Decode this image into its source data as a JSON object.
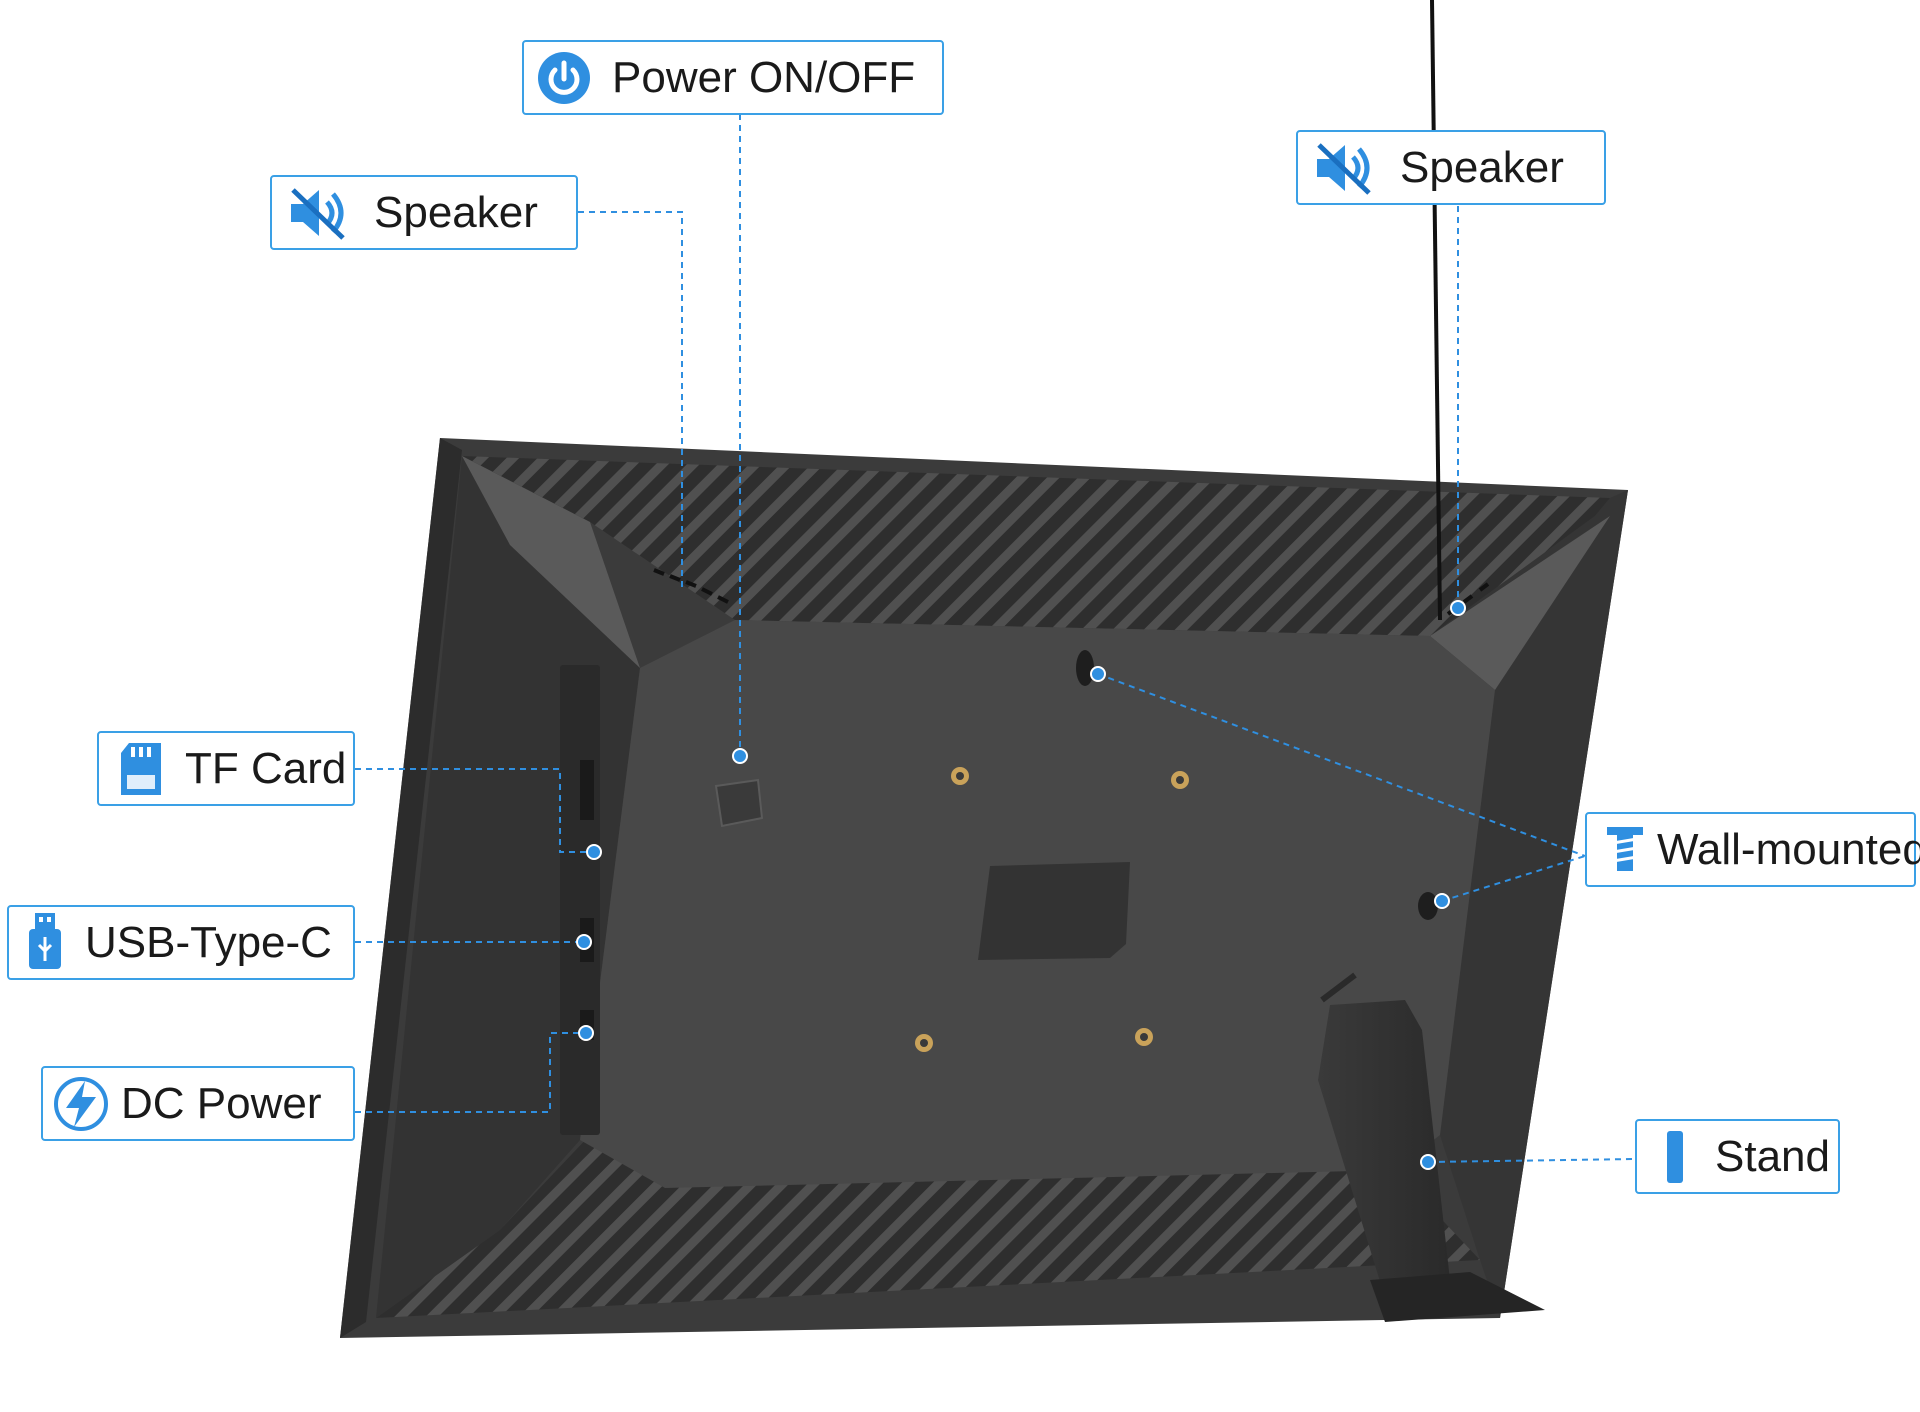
{
  "callouts": {
    "power": {
      "label": "Power ON/OFF",
      "icon": "power-icon"
    },
    "speaker_left": {
      "label": "Speaker",
      "icon": "speaker-icon"
    },
    "speaker_right": {
      "label": "Speaker",
      "icon": "speaker-icon"
    },
    "tf_card": {
      "label": "TF Card",
      "icon": "sd-card-icon"
    },
    "usb": {
      "label": "USB-Type-C",
      "icon": "usb-icon"
    },
    "dc_power": {
      "label": "DC Power",
      "icon": "lightning-icon"
    },
    "wall": {
      "label": "Wall-mounted",
      "icon": "screw-icon"
    },
    "stand": {
      "label": "Stand",
      "icon": "stand-icon"
    }
  },
  "colors": {
    "accent": "#2f8fe0",
    "frame": "#3c3c3c",
    "frame_dark": "#2b2b2b",
    "panel": "#474747"
  }
}
